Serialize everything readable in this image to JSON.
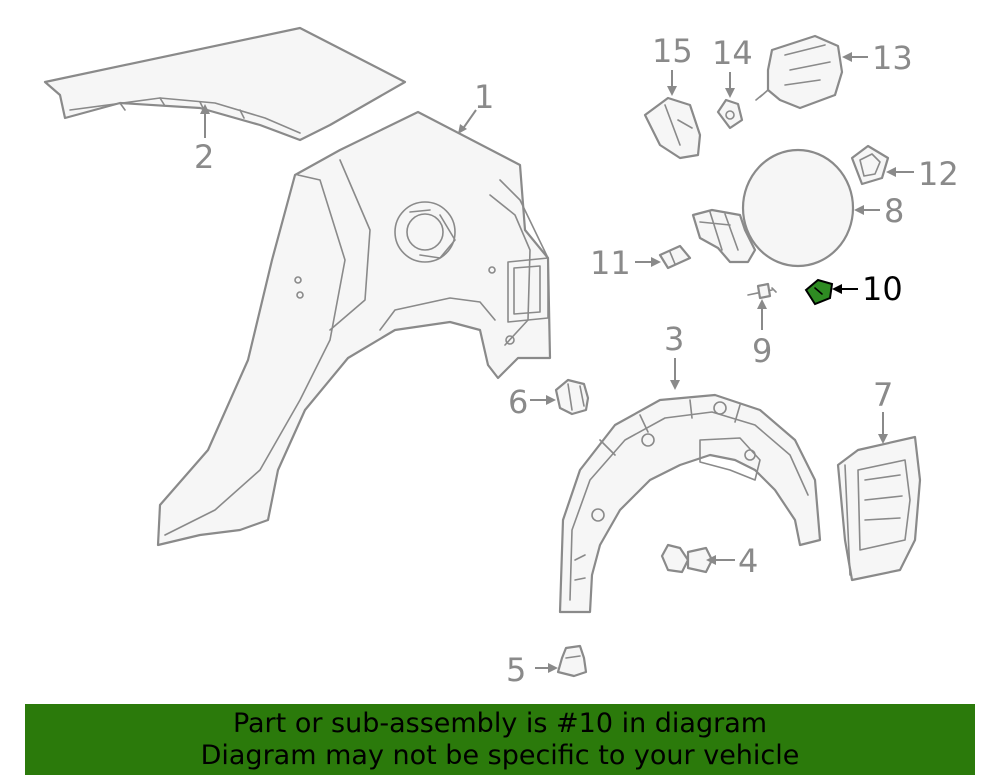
{
  "callouts": {
    "c1": "1",
    "c2": "2",
    "c3": "3",
    "c4": "4",
    "c5": "5",
    "c6": "6",
    "c7": "7",
    "c8": "8",
    "c9": "9",
    "c10": "10",
    "c11": "11",
    "c12": "12",
    "c13": "13",
    "c14": "14",
    "c15": "15"
  },
  "highlight": {
    "part_number": "10",
    "color": "#2e8b22"
  },
  "banner": {
    "line1": "Part or sub-assembly is #10 in diagram",
    "line2": "Diagram may not be specific to your vehicle",
    "background": "#2b7a0b"
  }
}
